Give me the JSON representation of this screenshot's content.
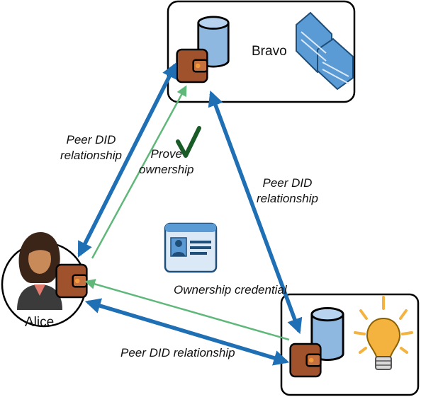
{
  "nodes": {
    "bravo": {
      "label": "Bravo"
    },
    "alice": {
      "label": "Alice"
    }
  },
  "edges": {
    "alice_bravo": {
      "line1": "Peer DID",
      "line2": "relationship"
    },
    "bravo_thing": {
      "line1": "Peer DID",
      "line2": "relationship"
    },
    "alice_thing": {
      "label": "Peer DID relationship"
    },
    "prove": {
      "line1": "Prove",
      "line2": "ownership"
    },
    "credential": {
      "label": "Ownership credential"
    }
  },
  "colors": {
    "peer_arrow": "#1f6fb5",
    "credential_arrow": "#5fb87a",
    "check": "#2e7d32",
    "wallet": "#a0522d",
    "database": "#5b9bd5",
    "bulb": "#f4b23e"
  }
}
